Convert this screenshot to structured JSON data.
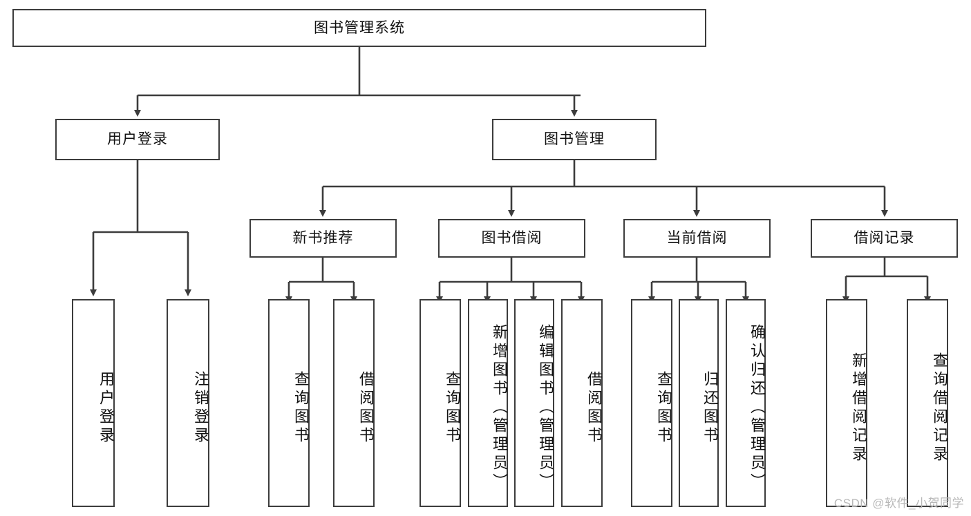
{
  "diagram": {
    "type": "tree-hierarchy",
    "title": "图书管理系统",
    "watermark": "CSDN @软件_小贺同学",
    "colors": {
      "stroke": "#3c3c3c",
      "fill": "#ffffff",
      "text": "#111111",
      "watermark": "#b8b8b8"
    },
    "levels": {
      "root": {
        "label": "图书管理系统"
      },
      "level2": [
        {
          "id": "user-login",
          "label": "用户登录"
        },
        {
          "id": "book-manage",
          "label": "图书管理"
        }
      ],
      "level3": [
        {
          "id": "new-book-rec",
          "label": "新书推荐"
        },
        {
          "id": "book-borrow",
          "label": "图书借阅"
        },
        {
          "id": "current-borrow",
          "label": "当前借阅"
        },
        {
          "id": "borrow-record",
          "label": "借阅记录"
        }
      ],
      "leaves": {
        "user-login": [
          {
            "id": "leaf-user-login",
            "label": "用户登录"
          },
          {
            "id": "leaf-logout",
            "label": "注销登录"
          }
        ],
        "new-book-rec": [
          {
            "id": "leaf-query-book-1",
            "label": "查询图书"
          },
          {
            "id": "leaf-borrow-book-1",
            "label": "借阅图书"
          }
        ],
        "book-borrow": [
          {
            "id": "leaf-query-book-2",
            "label": "查询图书"
          },
          {
            "id": "leaf-add-book",
            "label": "新增图书（管理员）"
          },
          {
            "id": "leaf-edit-book",
            "label": "编辑图书（管理员）"
          },
          {
            "id": "leaf-borrow-book-2",
            "label": "借阅图书"
          }
        ],
        "current-borrow": [
          {
            "id": "leaf-query-book-3",
            "label": "查询图书"
          },
          {
            "id": "leaf-return-book",
            "label": "归还图书"
          },
          {
            "id": "leaf-confirm-return",
            "label": "确认归还（管理员）"
          }
        ],
        "borrow-record": [
          {
            "id": "leaf-add-record",
            "label": "新增借阅记录"
          },
          {
            "id": "leaf-query-record",
            "label": "查询借阅记录"
          }
        ]
      }
    }
  }
}
